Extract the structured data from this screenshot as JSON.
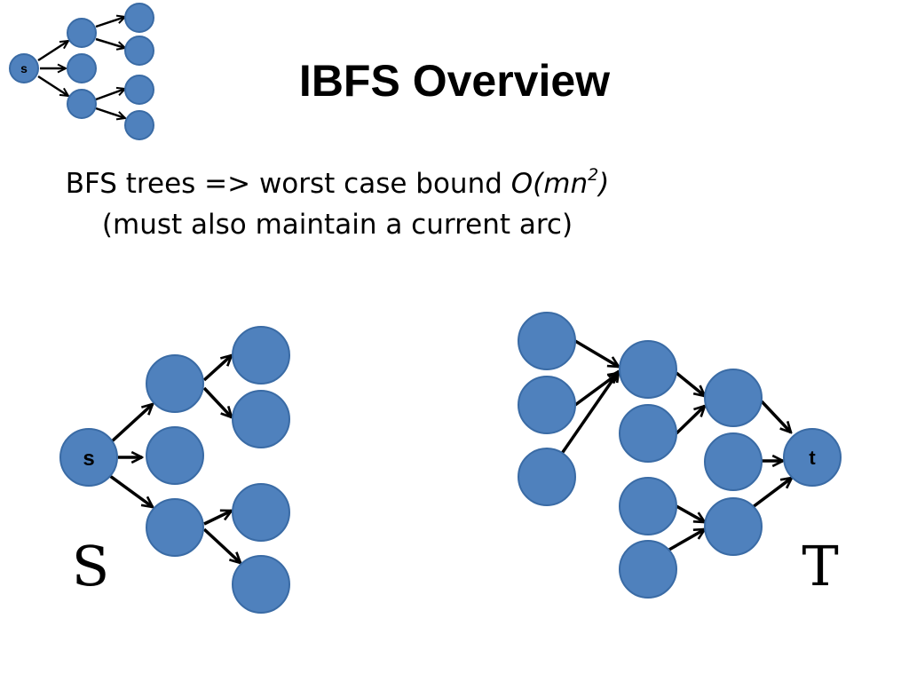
{
  "slide": {
    "title": "IBFS Overview",
    "line1_prefix": "BFS trees => worst case bound ",
    "line1_bound_base": "O(mn",
    "line1_bound_exp": "2",
    "line1_bound_close": ")",
    "line2": "(must also maintain a current arc)"
  },
  "diagram": {
    "source_label": "s",
    "sink_label": "t",
    "source_set_label": "S",
    "sink_set_label": "T",
    "thumbnail_source_label": "s"
  },
  "colors": {
    "node_fill": "#4f81bd",
    "edge": "#000000"
  }
}
